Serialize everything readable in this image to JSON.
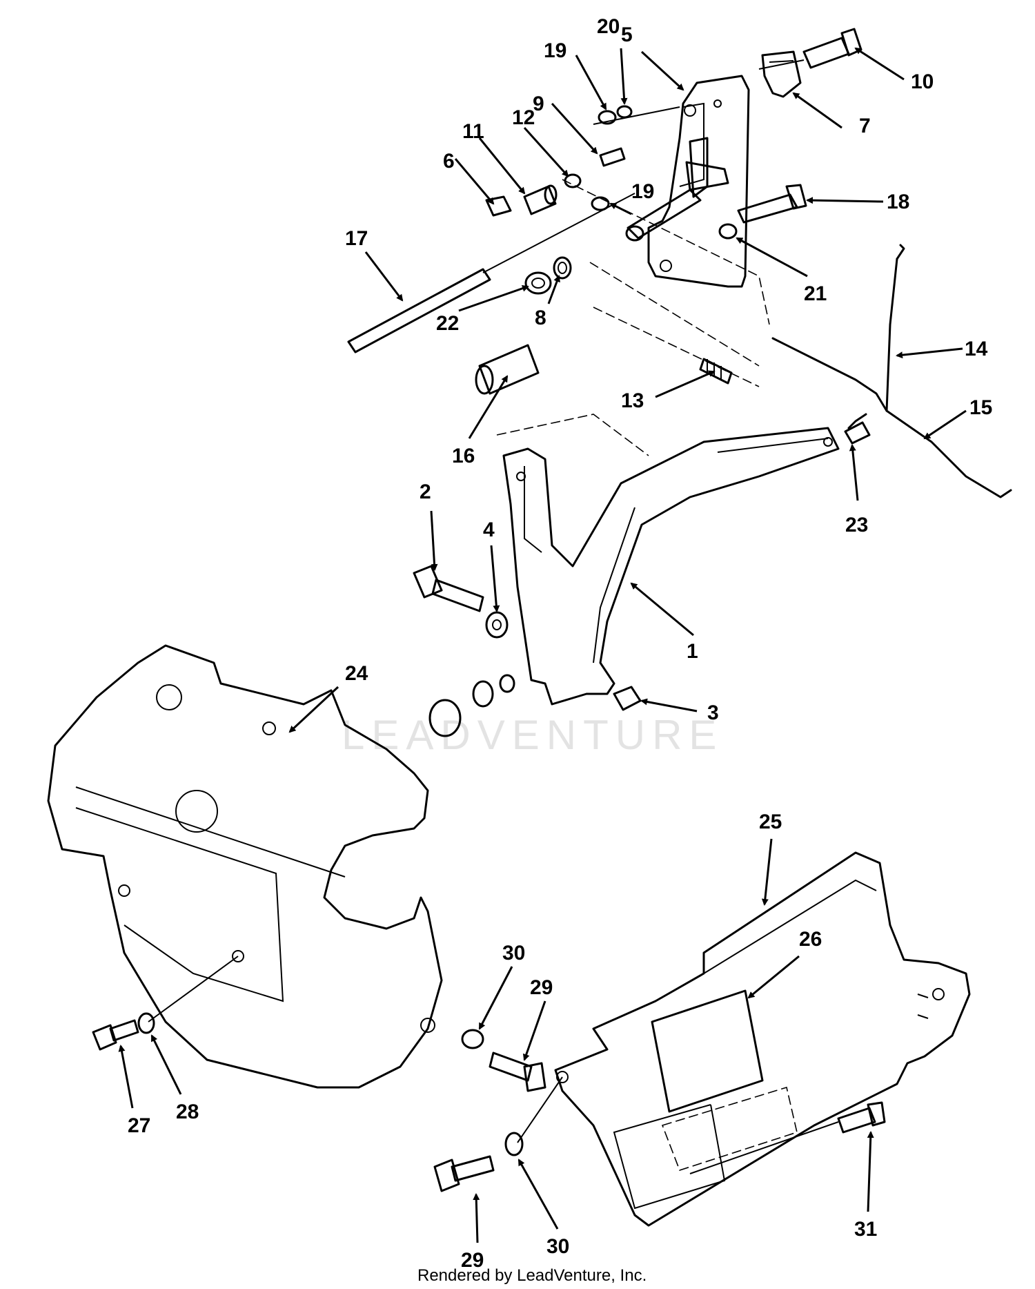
{
  "watermark": "LEADVENTURE",
  "footer": "Rendered by LeadVenture, Inc.",
  "callouts": [
    {
      "id": "1",
      "label": "1"
    },
    {
      "id": "2",
      "label": "2"
    },
    {
      "id": "3",
      "label": "3"
    },
    {
      "id": "4",
      "label": "4"
    },
    {
      "id": "5",
      "label": "5"
    },
    {
      "id": "6",
      "label": "6"
    },
    {
      "id": "7",
      "label": "7"
    },
    {
      "id": "8",
      "label": "8"
    },
    {
      "id": "9",
      "label": "9"
    },
    {
      "id": "10",
      "label": "10"
    },
    {
      "id": "11",
      "label": "11"
    },
    {
      "id": "12",
      "label": "12"
    },
    {
      "id": "13",
      "label": "13"
    },
    {
      "id": "14",
      "label": "14"
    },
    {
      "id": "15",
      "label": "15"
    },
    {
      "id": "16",
      "label": "16"
    },
    {
      "id": "17",
      "label": "17"
    },
    {
      "id": "18",
      "label": "18"
    },
    {
      "id": "19a",
      "label": "19"
    },
    {
      "id": "19b",
      "label": "19"
    },
    {
      "id": "20",
      "label": "20"
    },
    {
      "id": "21",
      "label": "21"
    },
    {
      "id": "22",
      "label": "22"
    },
    {
      "id": "23",
      "label": "23"
    },
    {
      "id": "24",
      "label": "24"
    },
    {
      "id": "25",
      "label": "25"
    },
    {
      "id": "26",
      "label": "26"
    },
    {
      "id": "27",
      "label": "27"
    },
    {
      "id": "28",
      "label": "28"
    },
    {
      "id": "29a",
      "label": "29"
    },
    {
      "id": "29b",
      "label": "29"
    },
    {
      "id": "30a",
      "label": "30"
    },
    {
      "id": "30b",
      "label": "30"
    },
    {
      "id": "31",
      "label": "31"
    }
  ]
}
